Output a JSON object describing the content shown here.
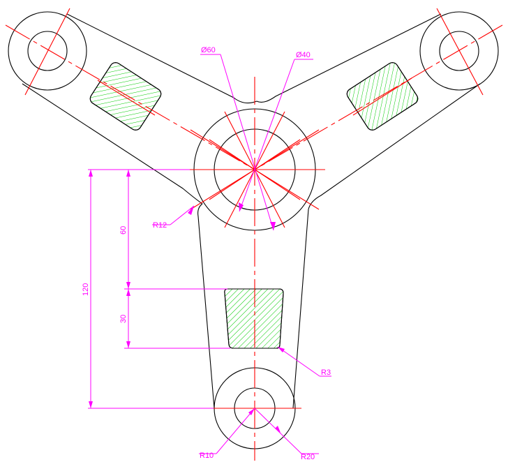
{
  "drawing": {
    "background_color": "#ffffff",
    "object_line_color": "#000000",
    "center_line_color": "#ff0000",
    "dimension_color": "#ff00ff",
    "hatch_color": "#00cc00",
    "dimensions": {
      "dia_outer": "Ø60",
      "dia_inner": "Ø40",
      "fillet_r12": "R12",
      "fillet_r3": "R3",
      "boss_r10": "R10",
      "boss_r20": "R20",
      "len_60": "60",
      "len_30": "30",
      "len_120": "120"
    }
  }
}
